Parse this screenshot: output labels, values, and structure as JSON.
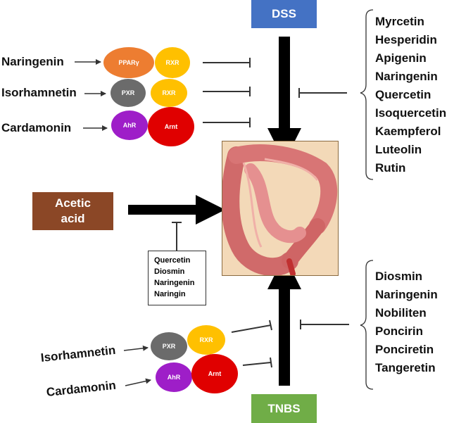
{
  "dss": "DSS",
  "tnbs": "TNBS",
  "acetic_acid": "Acetic\nacid",
  "top_left_rows": [
    {
      "compound": "Naringenin",
      "ovals": [
        "PPARγ",
        "RXR"
      ]
    },
    {
      "compound": "Isorhamnetin",
      "ovals": [
        "PXR",
        "RXR"
      ]
    },
    {
      "compound": "Cardamonin",
      "ovals": [
        "AhR",
        "Arnt"
      ]
    }
  ],
  "bottom_left_rows": [
    {
      "compound": "Isorhamnetin",
      "ovals": [
        "PXR",
        "RXR"
      ]
    },
    {
      "compound": "Cardamonin",
      "ovals": [
        "AhR",
        "Arnt"
      ]
    }
  ],
  "dss_inhibitors": [
    "Myrcetin",
    "Hesperidin",
    "Apigenin",
    "Naringenin",
    "Quercetin",
    "Isoquercetin",
    "Kaempferol",
    "Luteolin",
    "Rutin"
  ],
  "tnbs_inhibitors": [
    "Diosmin",
    "Naringenin",
    "Nobiliten",
    "Poncirin",
    "Ponciretin",
    "Tangeretin"
  ],
  "acetic_inhibitors": [
    "Quercetin",
    "Diosmin",
    "Naringenin",
    "Naringin"
  ],
  "colors": {
    "ppar": "#ed7d31",
    "rxr": "#ffc000",
    "pxr": "#6b6b6b",
    "ahr": "#9e1ec8",
    "arnt": "#e00000"
  }
}
